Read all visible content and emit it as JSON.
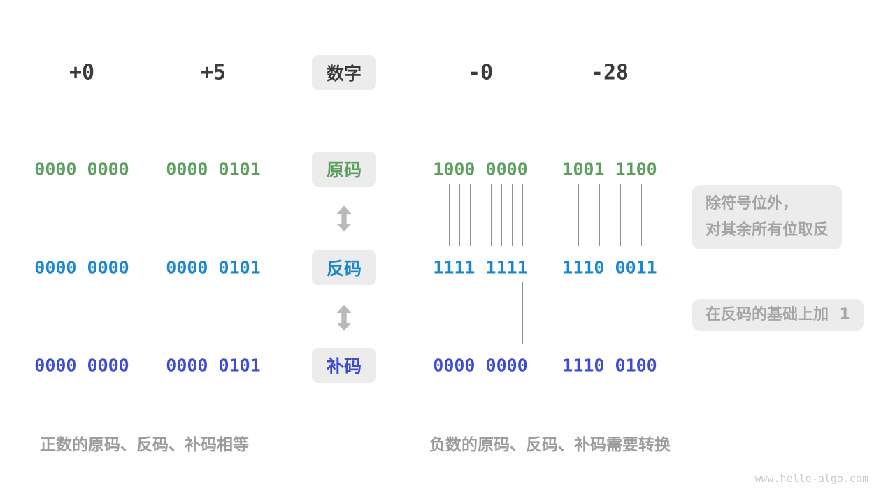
{
  "rows": [
    {
      "id": "number",
      "label": "数字",
      "values": [
        "+0",
        "+5",
        "-0",
        "-28"
      ]
    },
    {
      "id": "sign_magnitude",
      "label": "原码",
      "values": [
        "0000 0000",
        "0000 0101",
        "1000 0000",
        "1001 1100"
      ]
    },
    {
      "id": "ones_complement",
      "label": "反码",
      "values": [
        "0000 0000",
        "0000 0101",
        "1111 1111",
        "1110 0011"
      ]
    },
    {
      "id": "twos_complement",
      "label": "补码",
      "values": [
        "0000 0000",
        "0000 0101",
        "0000 0000",
        "1110 0100"
      ]
    }
  ],
  "annotations": {
    "invert_line1": "除符号位外，",
    "invert_line2": "对其余所有位取反",
    "add_one": "在反码的基础上加  1"
  },
  "captions": {
    "positive": "正数的原码、反码、补码相等",
    "negative": "负数的原码、反码、补码需要转换"
  },
  "watermark": "www.hello-algo.com",
  "colors": {
    "number": "#3a3a3a",
    "sign_magnitude": "#5c9f5e",
    "ones_complement": "#1a87ce",
    "twos_complement": "#3d4bd0",
    "annotation_text": "#a5a5a5",
    "box_bg": "#ececec",
    "arrow": "#b9b9b9",
    "tick_line": "#8f8f8f",
    "caption": "#9c9c9c",
    "watermark": "#cbcbcb"
  }
}
